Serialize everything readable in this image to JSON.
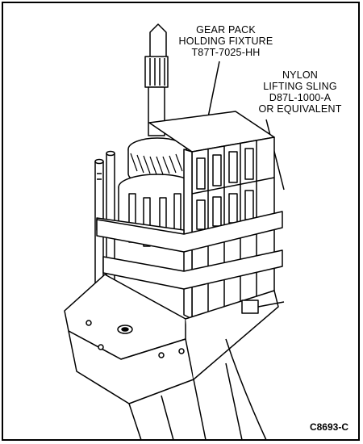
{
  "callouts": {
    "gear_pack_fixture": [
      "GEAR PACK",
      "HOLDING FIXTURE",
      "T87T-7025-HH"
    ],
    "nylon_sling": [
      "NYLON",
      "LIFTING SLING",
      "D87L-1000-A",
      "OR EQUIVALENT"
    ]
  },
  "figure_code": "C8693-C"
}
